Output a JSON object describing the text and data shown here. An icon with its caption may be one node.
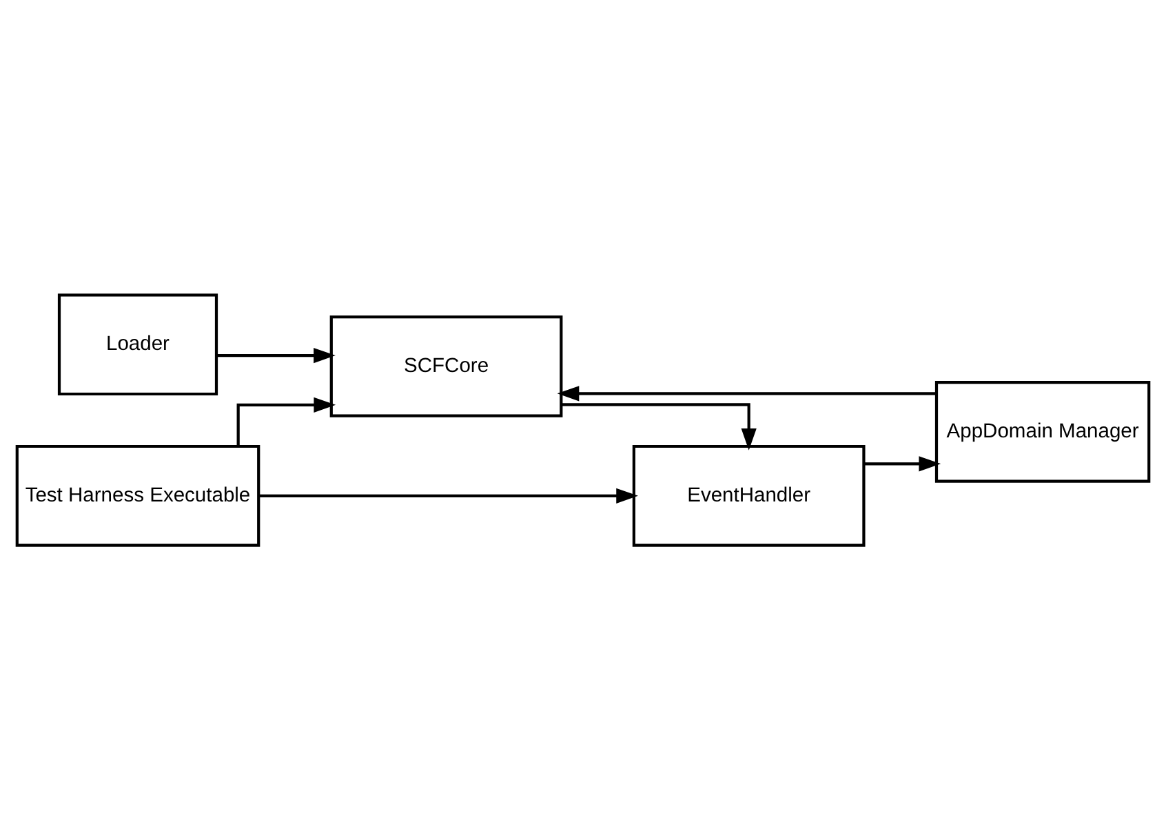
{
  "diagram": {
    "nodes": [
      {
        "text": [
          "SCFCore"
        ]
      },
      {
        "text": [
          "Test Harness Executable"
        ]
      },
      {
        "text": [
          "EventHandler"
        ]
      },
      {
        "text": [
          "AppDomain Manager"
        ]
      },
      {
        "text": [
          "Loader"
        ]
      }
    ],
    "edges": [
      {
        "from": 1,
        "to": 0,
        "arrow": "to"
      },
      {
        "from": 1,
        "to": 2,
        "arrow": "to"
      },
      {
        "from": 0,
        "to": 2,
        "arrow": "to"
      },
      {
        "from": 2,
        "to": 3,
        "arrow": "to"
      },
      {
        "from": 3,
        "to": 0,
        "arrow": "to"
      },
      {
        "from": 4,
        "to": 0,
        "arrow": "to"
      }
    ]
  }
}
